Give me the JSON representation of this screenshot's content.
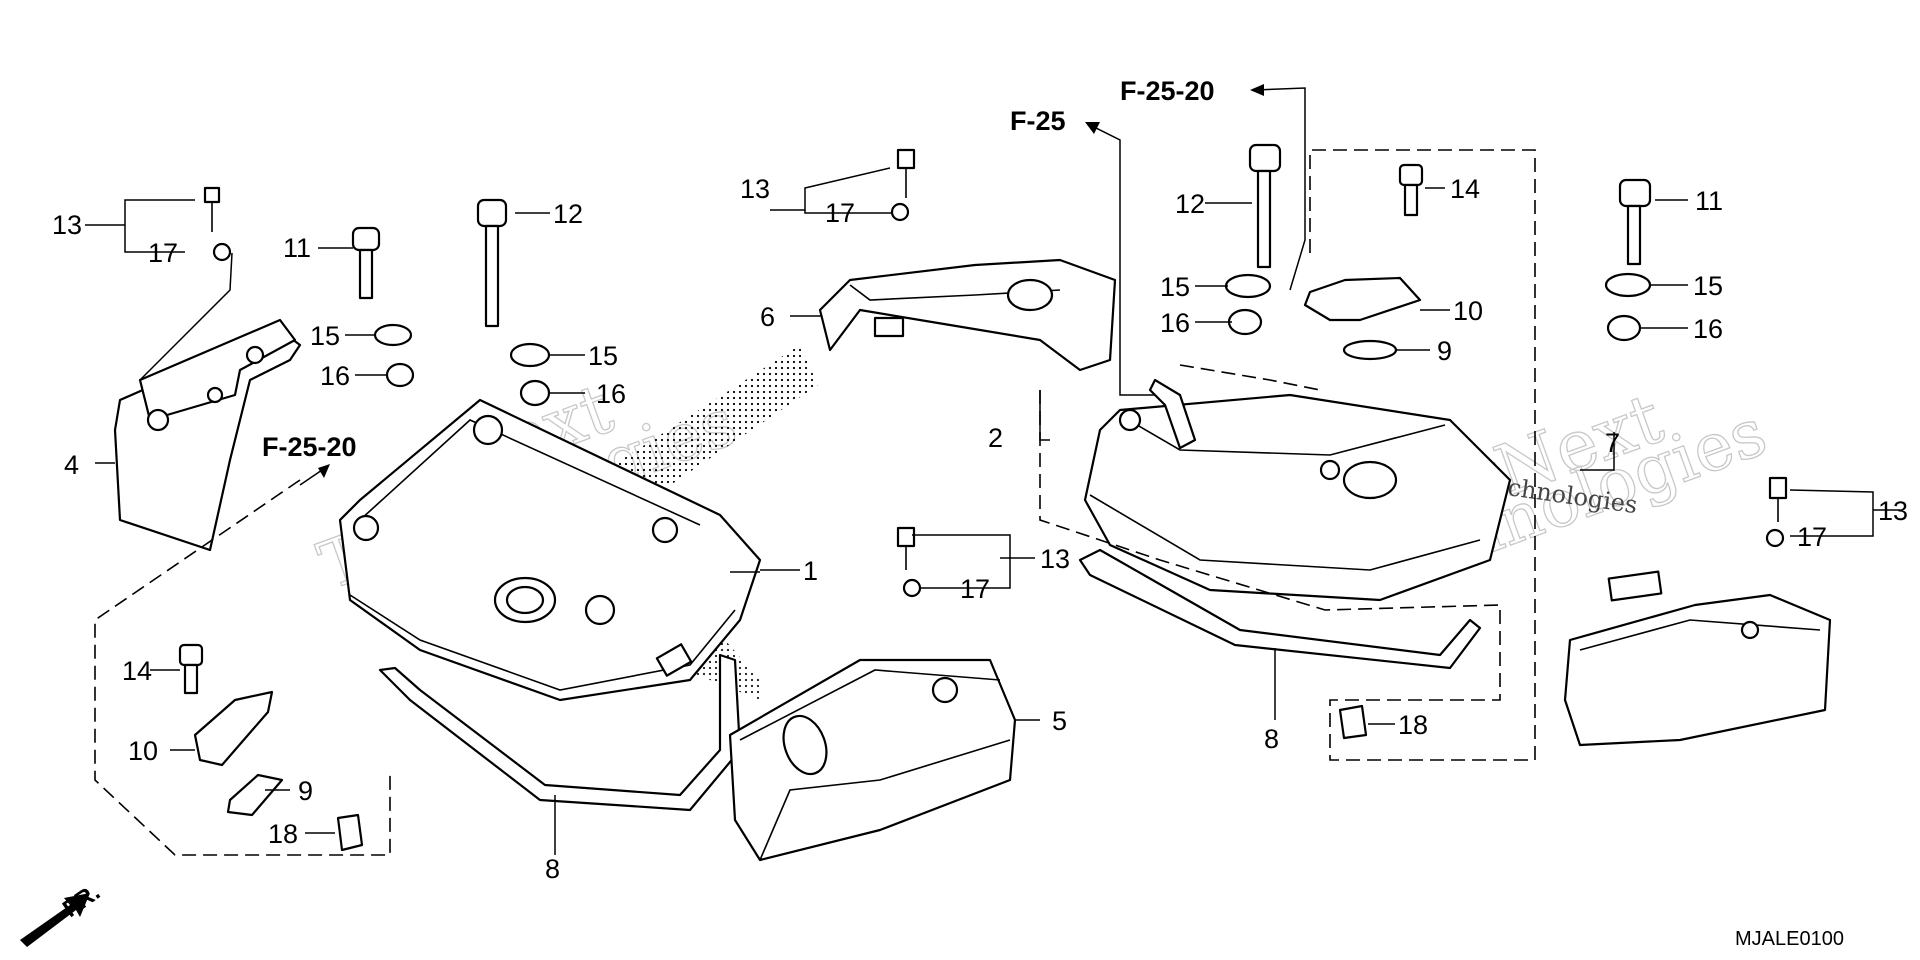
{
  "labels": {
    "l1": "1",
    "l2": "2",
    "l4": "4",
    "l5": "5",
    "l6": "6",
    "l7": "7",
    "l8a": "8",
    "l8b": "8",
    "l9a": "9",
    "l9b": "9",
    "l10a": "10",
    "l10b": "10",
    "l11a": "11",
    "l11b": "11",
    "l12a": "12",
    "l12b": "12",
    "l13a": "13",
    "l13b": "13",
    "l13c": "13",
    "l13d": "13",
    "l14a": "14",
    "l14b": "14",
    "l15a": "15",
    "l15b": "15",
    "l15c": "15",
    "l15d": "15",
    "l16a": "16",
    "l16b": "16",
    "l16c": "16",
    "l16d": "16",
    "l17a": "17",
    "l17b": "17",
    "l17c": "17",
    "l17d": "17",
    "l18a": "18",
    "l18b": "18"
  },
  "references": {
    "ref_top": "F-25-20",
    "ref_f25": "F-25",
    "ref_left": "F-25-20"
  },
  "front_indicator": "FR.",
  "diagram_code": "MJALE0100",
  "watermark": {
    "line1": "vNext",
    "line2": "Technologies",
    "small": "vNext Technologies"
  }
}
